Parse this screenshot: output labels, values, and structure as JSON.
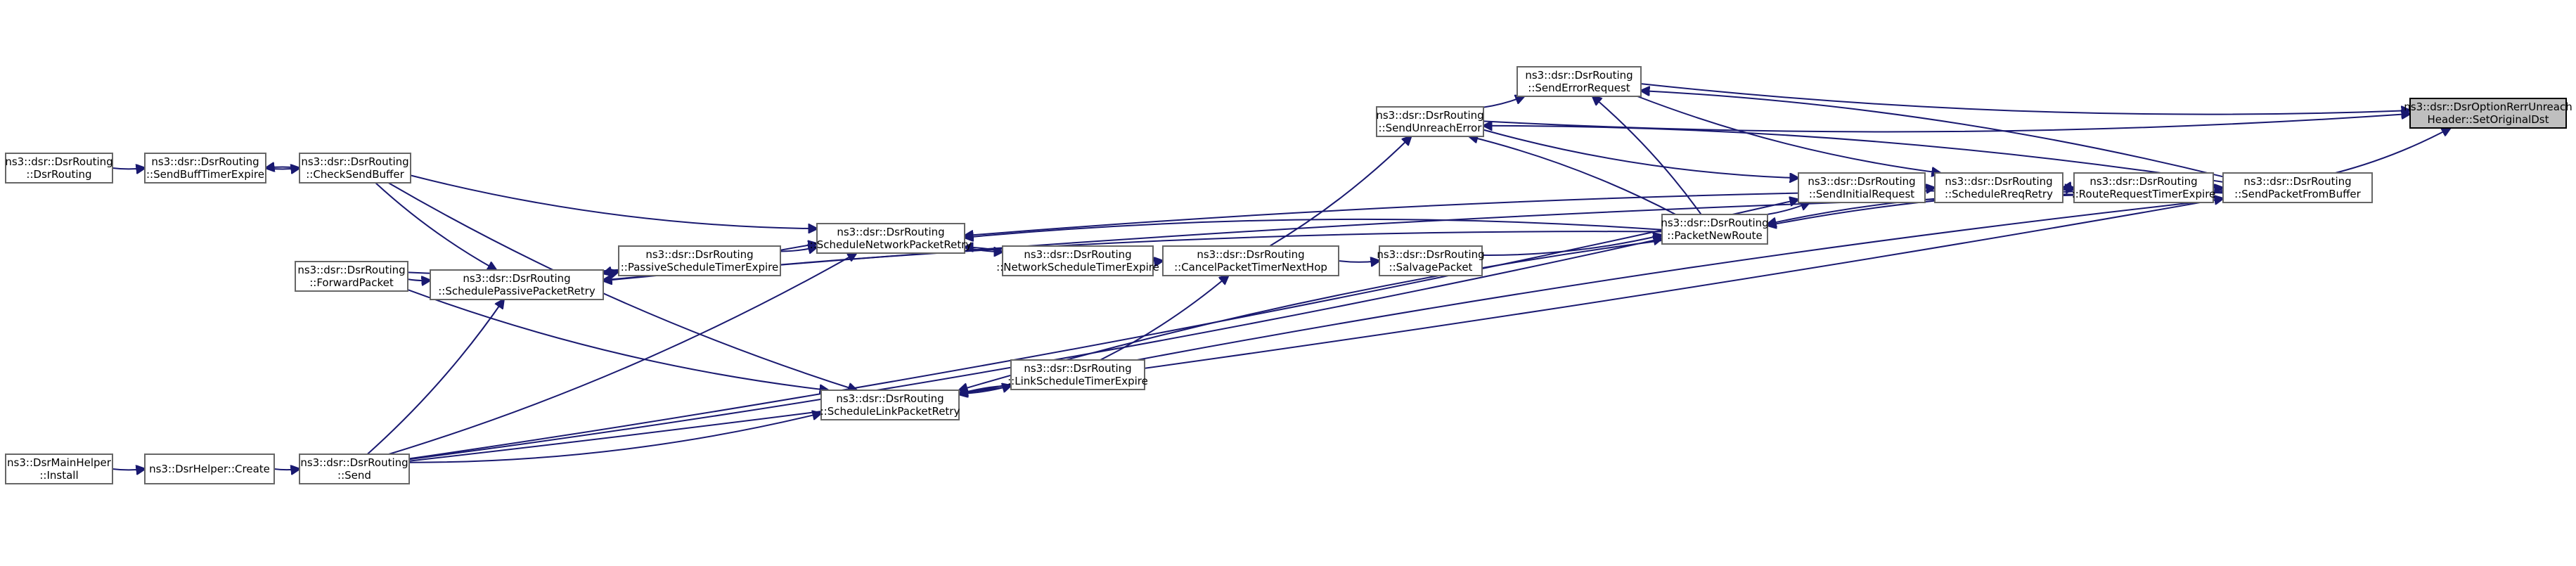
{
  "diagram": {
    "kind": "caller-graph",
    "colors": {
      "edge": "#191970",
      "node_border": "#666666",
      "highlight_fill": "#bfbfbf"
    },
    "nodes": [
      {
        "id": "setorig",
        "lines": [
          "ns3::dsr::DsrOptionRerrUnreach",
          "Header::SetOriginalDst"
        ],
        "highlight": true
      },
      {
        "id": "sendpkt",
        "lines": [
          "ns3::dsr::DsrRouting",
          "::SendPacketFromBuffer"
        ]
      },
      {
        "id": "rreqtimer",
        "lines": [
          "ns3::dsr::DsrRouting",
          "::RouteRequestTimerExpire"
        ]
      },
      {
        "id": "schedrreq",
        "lines": [
          "ns3::dsr::DsrRouting",
          "::ScheduleRreqRetry"
        ]
      },
      {
        "id": "sendinit",
        "lines": [
          "ns3::dsr::DsrRouting",
          "::SendInitialRequest"
        ]
      },
      {
        "id": "pktnew",
        "lines": [
          "ns3::dsr::DsrRouting",
          "::PacketNewRoute"
        ]
      },
      {
        "id": "senderrreq",
        "lines": [
          "ns3::dsr::DsrRouting",
          "::SendErrorRequest"
        ]
      },
      {
        "id": "sendunreach",
        "lines": [
          "ns3::dsr::DsrRouting",
          "::SendUnreachError"
        ]
      },
      {
        "id": "salvage",
        "lines": [
          "ns3::dsr::DsrRouting",
          "::SalvagePacket"
        ]
      },
      {
        "id": "canceltimer",
        "lines": [
          "ns3::dsr::DsrRouting",
          "::CancelPacketTimerNextHop"
        ]
      },
      {
        "id": "netschedtimer",
        "lines": [
          "ns3::dsr::DsrRouting",
          "::NetworkScheduleTimerExpire"
        ]
      },
      {
        "id": "linkschedtimer",
        "lines": [
          "ns3::dsr::DsrRouting",
          "::LinkScheduleTimerExpire"
        ]
      },
      {
        "id": "schednet",
        "lines": [
          "ns3::dsr::DsrRouting",
          "::ScheduleNetworkPacketRetry"
        ]
      },
      {
        "id": "schedlink",
        "lines": [
          "ns3::dsr::DsrRouting",
          "::ScheduleLinkPacketRetry"
        ]
      },
      {
        "id": "passtimer",
        "lines": [
          "ns3::dsr::DsrRouting",
          "::PassiveScheduleTimerExpire"
        ]
      },
      {
        "id": "schedpass",
        "lines": [
          "ns3::dsr::DsrRouting",
          "::SchedulePassivePacketRetry"
        ]
      },
      {
        "id": "checksend",
        "lines": [
          "ns3::dsr::DsrRouting",
          "::CheckSendBuffer"
        ]
      },
      {
        "id": "sendbuff",
        "lines": [
          "ns3::dsr::DsrRouting",
          "::SendBuffTimerExpire"
        ]
      },
      {
        "id": "dsrrouting",
        "lines": [
          "ns3::dsr::DsrRouting",
          "::DsrRouting"
        ]
      },
      {
        "id": "forward",
        "lines": [
          "ns3::dsr::DsrRouting",
          "::ForwardPacket"
        ]
      },
      {
        "id": "send",
        "lines": [
          "ns3::dsr::DsrRouting",
          "::Send"
        ]
      },
      {
        "id": "helpercreate",
        "lines": [
          "ns3::DsrHelper::Create"
        ]
      },
      {
        "id": "mainhelper",
        "lines": [
          "ns3::DsrMainHelper",
          "::Install"
        ]
      }
    ],
    "edges": [
      {
        "from": "sendpkt",
        "to": "setorig"
      },
      {
        "from": "rreqtimer",
        "to": "sendpkt"
      },
      {
        "from": "schedrreq",
        "to": "rreqtimer"
      },
      {
        "from": "rreqtimer",
        "to": "schedrreq"
      },
      {
        "from": "sendinit",
        "to": "schedrreq"
      },
      {
        "from": "pktnew",
        "to": "sendinit"
      },
      {
        "from": "rreqtimer",
        "to": "pktnew"
      },
      {
        "from": "sendpkt",
        "to": "pktnew"
      },
      {
        "from": "senderrreq",
        "to": "setorig"
      },
      {
        "from": "sendunreach",
        "to": "senderrreq"
      },
      {
        "from": "sendunreach",
        "to": "setorig"
      },
      {
        "from": "senderrreq",
        "to": "schedrreq"
      },
      {
        "from": "sendpkt",
        "to": "senderrreq"
      },
      {
        "from": "pktnew",
        "to": "senderrreq"
      },
      {
        "from": "sendunreach",
        "to": "sendinit"
      },
      {
        "from": "pktnew",
        "to": "sendunreach"
      },
      {
        "from": "sendpkt",
        "to": "sendunreach"
      },
      {
        "from": "canceltimer",
        "to": "sendunreach"
      },
      {
        "from": "canceltimer",
        "to": "salvage"
      },
      {
        "from": "salvage",
        "to": "pktnew"
      },
      {
        "from": "netschedtimer",
        "to": "canceltimer"
      },
      {
        "from": "linkschedtimer",
        "to": "canceltimer"
      },
      {
        "from": "schednet",
        "to": "netschedtimer"
      },
      {
        "from": "netschedtimer",
        "to": "schednet"
      },
      {
        "from": "pktnew",
        "to": "schednet"
      },
      {
        "from": "sendpkt",
        "to": "schednet"
      },
      {
        "from": "schedlink",
        "to": "linkschedtimer"
      },
      {
        "from": "linkschedtimer",
        "to": "schedlink"
      },
      {
        "from": "pktnew",
        "to": "schedlink"
      },
      {
        "from": "sendpkt",
        "to": "schedlink"
      },
      {
        "from": "passtimer",
        "to": "schednet"
      },
      {
        "from": "schedpass",
        "to": "passtimer"
      },
      {
        "from": "passtimer",
        "to": "schedpass"
      },
      {
        "from": "pktnew",
        "to": "schedpass"
      },
      {
        "from": "sendpkt",
        "to": "schedpass"
      },
      {
        "from": "checksend",
        "to": "schednet"
      },
      {
        "from": "checksend",
        "to": "schedlink"
      },
      {
        "from": "checksend",
        "to": "schedpass"
      },
      {
        "from": "sendbuff",
        "to": "checksend"
      },
      {
        "from": "checksend",
        "to": "sendbuff"
      },
      {
        "from": "dsrrouting",
        "to": "sendbuff"
      },
      {
        "from": "forward",
        "to": "schedpass"
      },
      {
        "from": "forward",
        "to": "schednet"
      },
      {
        "from": "forward",
        "to": "schedlink"
      },
      {
        "from": "send",
        "to": "schedpass"
      },
      {
        "from": "send",
        "to": "schednet"
      },
      {
        "from": "send",
        "to": "schedlink"
      },
      {
        "from": "send",
        "to": "pktnew"
      },
      {
        "from": "send",
        "to": "sendinit"
      },
      {
        "from": "send",
        "to": "sendpkt"
      },
      {
        "from": "helpercreate",
        "to": "send"
      },
      {
        "from": "mainhelper",
        "to": "helpercreate"
      }
    ]
  }
}
